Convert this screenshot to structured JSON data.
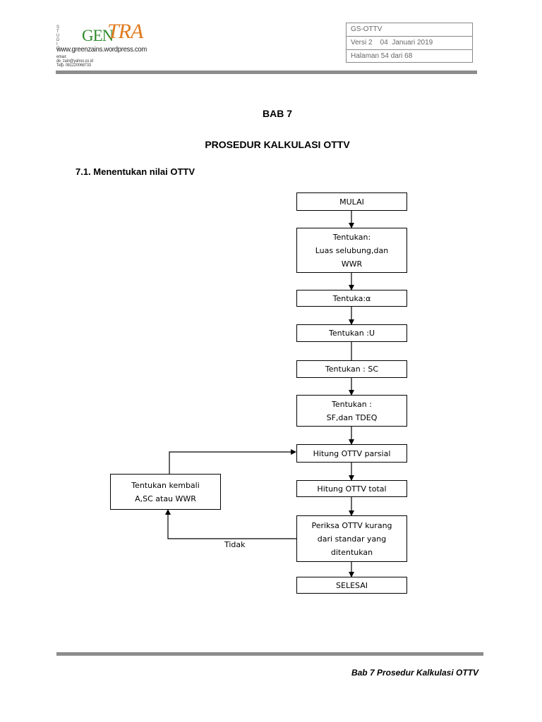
{
  "header": {
    "logo": {
      "studio_text": "S T U D I O",
      "brand_part1": "GEN",
      "brand_part2": "TRA",
      "website": "www.greenzains.wordpress.com",
      "contact": "email: de_zain@yahoo.co.id  Telp. 081220068733"
    },
    "doc_info": {
      "code": "GS-OTTV",
      "version": "Versi 2    04  Januari 2019",
      "page": "Halaman 54 dari 68"
    }
  },
  "content": {
    "chapter": "BAB 7",
    "title": "PROSEDUR KALKULASI OTTV",
    "section": "7.1.  Menentukan nilai OTTV"
  },
  "flowchart": {
    "nodes": [
      {
        "id": "mulai",
        "text": "MULAI"
      },
      {
        "id": "luas",
        "text": "Tentukan:\nLuas selubung,dan\nWWR"
      },
      {
        "id": "alpha",
        "text": "Tentuka:α"
      },
      {
        "id": "u",
        "text": "Tentukan :U"
      },
      {
        "id": "sc",
        "text": "Tentukan : SC"
      },
      {
        "id": "sf",
        "text": "Tentukan :\nSF,dan TDEQ"
      },
      {
        "id": "parsial",
        "text": "Hitung OTTV parsial"
      },
      {
        "id": "total",
        "text": "Hitung OTTV total"
      },
      {
        "id": "periksa",
        "text": "Periksa OTTV kurang\ndari standar yang\nditentukan"
      },
      {
        "id": "selesai",
        "text": "SELESAI"
      },
      {
        "id": "kembali",
        "text": "Tentukan kembali\nA,SC atau WWR"
      }
    ],
    "edge_label_no": "Tidak"
  },
  "footer": {
    "text": "Bab 7  Prosedur Kalkulasi OTTV"
  }
}
